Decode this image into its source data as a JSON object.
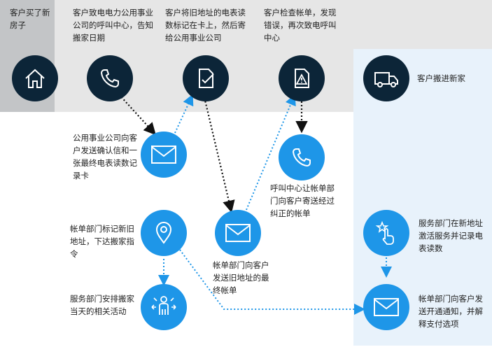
{
  "top": {
    "step1": "客户买了新房子",
    "step2": "客户致电电力公用事业公司的呼叫中心，告知搬家日期",
    "step3": "客户将旧地址的电表读数标记在卡上，然后寄给公用事业公司",
    "step4": "客户检查帐单，发现错误，再次致电呼叫中心",
    "step5": "客户搬进新家"
  },
  "middle": {
    "confirm": "公用事业公司向客户发送确认信和一张最终电表读数记录卡",
    "callcenter": "呼叫中心让帐单部门向客户寄送经过纠正的帐单",
    "billing_mark": "帐单部门标记新旧地址，下达搬家指令",
    "final_bill": "帐单部门向客户发送旧地址的最终帐单",
    "activate": "服务部门在新地址激活服务并记录电表读数",
    "schedule": "服务部门安排搬家当天的相关活动",
    "notify": "帐单部门向客户发送开通通知，并解释支付选项"
  },
  "colors": {
    "dark": "#0c2538",
    "blue": "#1e96e8",
    "gray_band": "#e6e6e6",
    "left_gray": "#c3c5c7",
    "right_blue": "#e8f2fb"
  },
  "icons": [
    "home-icon",
    "phone-icon",
    "document-check-icon",
    "document-alert-icon",
    "truck-icon",
    "envelope-icon",
    "location-pin-icon",
    "people-arrows-icon",
    "touch-star-icon"
  ]
}
